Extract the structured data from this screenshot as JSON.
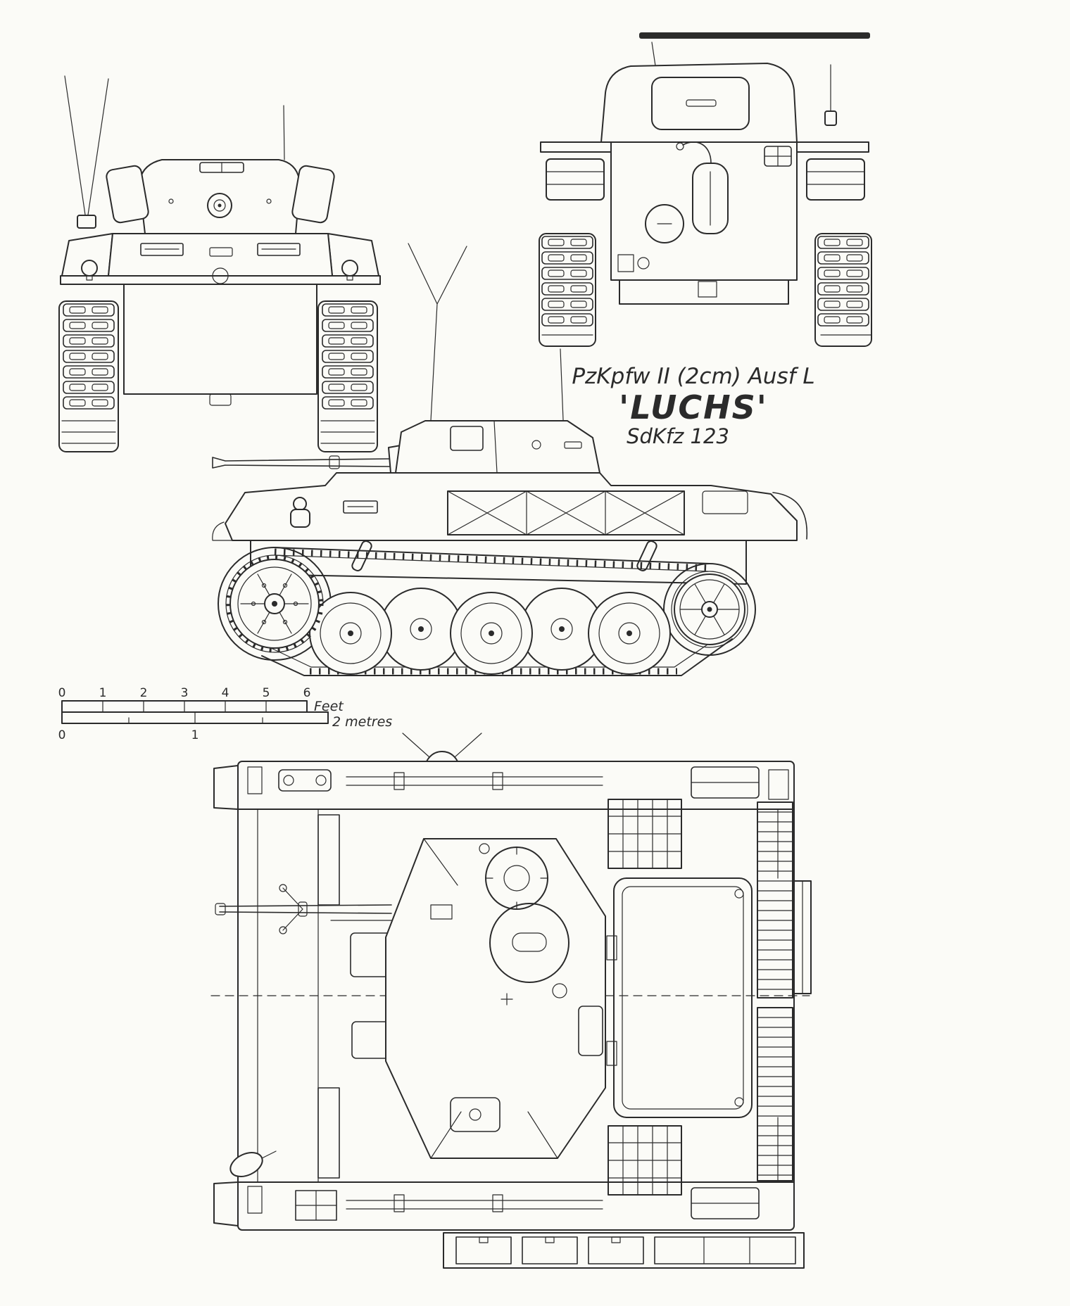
{
  "page": {
    "background": "#fbfbf7",
    "ink": "#2b2b2b"
  },
  "title_block": {
    "line1": "PzKpfw II (2cm) Ausf L",
    "line2": "'LUCHS'",
    "line3": "SdKfz 123"
  },
  "scale_bar": {
    "feet_ticks": [
      "0",
      "1",
      "2",
      "3",
      "4",
      "5",
      "6"
    ],
    "feet_label": "Feet",
    "metre_ticks": [
      "0",
      "1"
    ],
    "metre_label": "2 metres"
  },
  "views": {
    "front": "front elevation",
    "rear": "rear elevation",
    "side": "left side elevation",
    "top": "plan (top) view"
  }
}
